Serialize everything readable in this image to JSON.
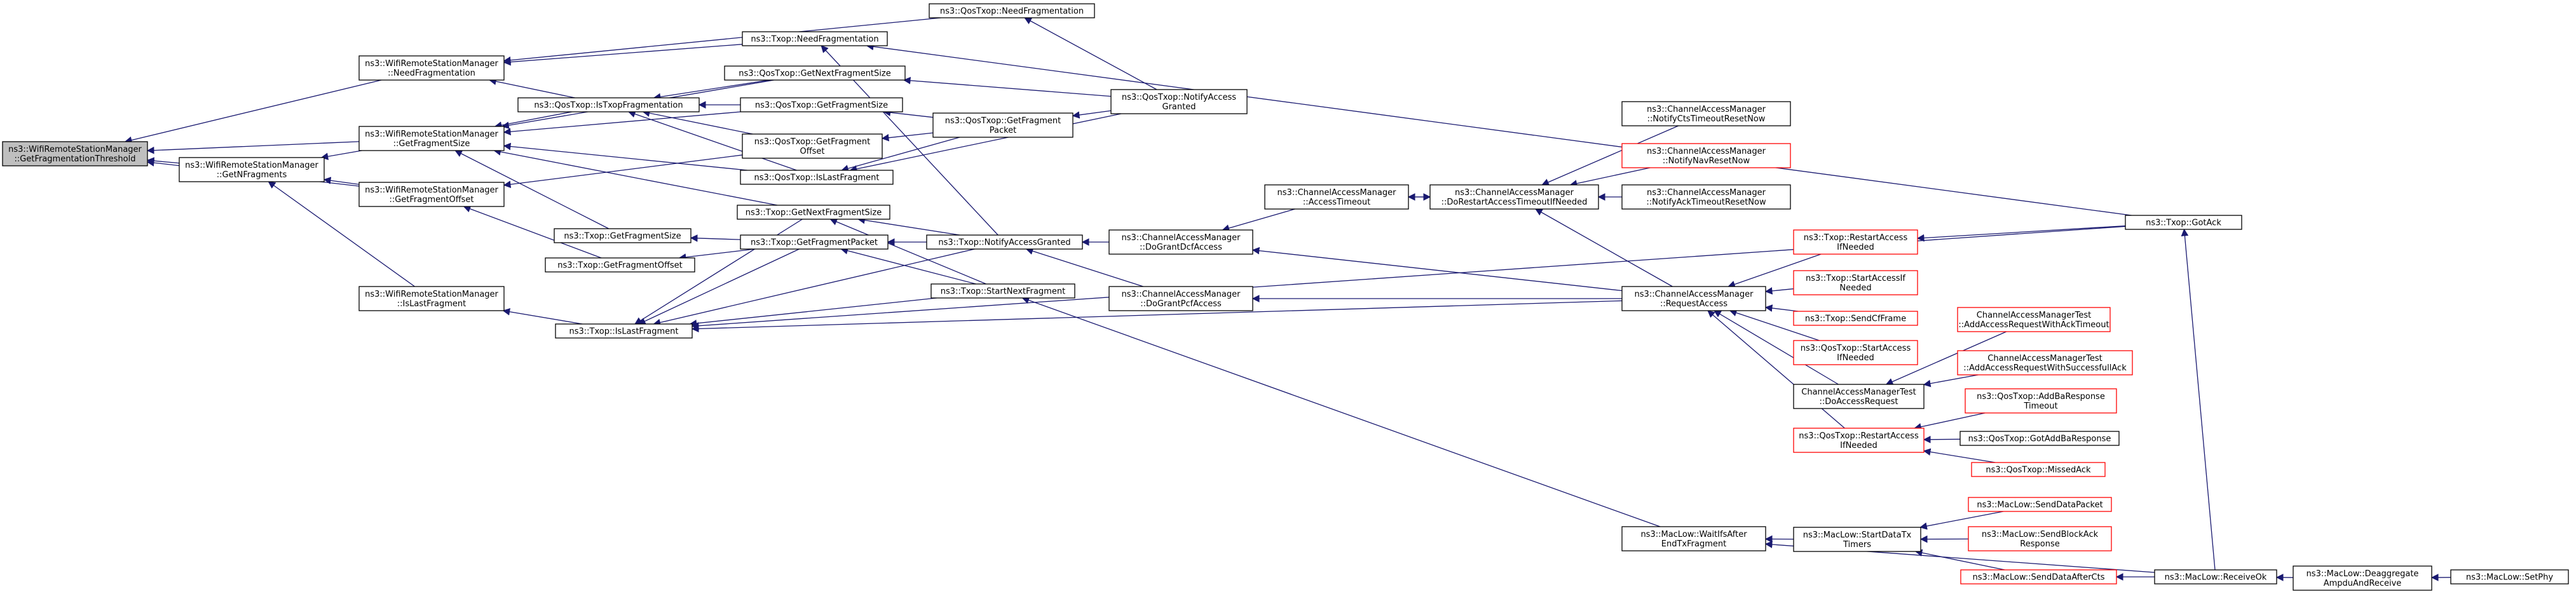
{
  "colors": {
    "node_fill": "#ffffff",
    "node_border": "#000000",
    "node_border_missing": "#ff0000",
    "root_fill": "#bfbfbf",
    "edge": "#191970"
  },
  "nodes": [
    {
      "id": "root",
      "lines": [
        "ns3::WifiRemoteStationManager",
        "::GetFragmentationThreshold"
      ],
      "border": "black",
      "root": true
    },
    {
      "id": "wrsm_need",
      "lines": [
        "ns3::WifiRemoteStationManager",
        "::NeedFragmentation"
      ],
      "border": "black"
    },
    {
      "id": "wrsm_nfrag",
      "lines": [
        "ns3::WifiRemoteStationManager",
        "::GetNFragments"
      ],
      "border": "black"
    },
    {
      "id": "wrsm_fsize",
      "lines": [
        "ns3::WifiRemoteStationManager",
        "::GetFragmentSize"
      ],
      "border": "black"
    },
    {
      "id": "wrsm_foff",
      "lines": [
        "ns3::WifiRemoteStationManager",
        "::GetFragmentOffset"
      ],
      "border": "black"
    },
    {
      "id": "wrsm_islast",
      "lines": [
        "ns3::WifiRemoteStationManager",
        "::IsLastFragment"
      ],
      "border": "black"
    },
    {
      "id": "txop_need",
      "lines": [
        "ns3::Txop::NeedFragmentation"
      ],
      "border": "black"
    },
    {
      "id": "qos_need",
      "lines": [
        "ns3::QosTxop::NeedFragmentation"
      ],
      "border": "black"
    },
    {
      "id": "qos_nextfs",
      "lines": [
        "ns3::QosTxop::GetNextFragmentSize"
      ],
      "border": "black"
    },
    {
      "id": "qos_istxop",
      "lines": [
        "ns3::QosTxop::IsTxopFragmentation"
      ],
      "border": "black"
    },
    {
      "id": "qos_fs",
      "lines": [
        "ns3::QosTxop::GetFragmentSize"
      ],
      "border": "black"
    },
    {
      "id": "qos_foff",
      "lines": [
        "ns3::QosTxop::GetFragment",
        "Offset"
      ],
      "border": "black"
    },
    {
      "id": "qos_islast",
      "lines": [
        "ns3::QosTxop::IsLastFragment"
      ],
      "border": "black"
    },
    {
      "id": "qos_fpkt",
      "lines": [
        "ns3::QosTxop::GetFragment",
        "Packet"
      ],
      "border": "black"
    },
    {
      "id": "qos_nag",
      "lines": [
        "ns3::QosTxop::NotifyAccess",
        "Granted"
      ],
      "border": "black"
    },
    {
      "id": "txop_nextfs",
      "lines": [
        "ns3::Txop::GetNextFragmentSize"
      ],
      "border": "black"
    },
    {
      "id": "txop_fs",
      "lines": [
        "ns3::Txop::GetFragmentSize"
      ],
      "border": "black"
    },
    {
      "id": "txop_foff",
      "lines": [
        "ns3::Txop::GetFragmentOffset"
      ],
      "border": "black"
    },
    {
      "id": "txop_fpkt",
      "lines": [
        "ns3::Txop::GetFragmentPacket"
      ],
      "border": "black"
    },
    {
      "id": "txop_islast",
      "lines": [
        "ns3::Txop::IsLastFragment"
      ],
      "border": "black"
    },
    {
      "id": "txop_nag",
      "lines": [
        "ns3::Txop::NotifyAccessGranted"
      ],
      "border": "black"
    },
    {
      "id": "txop_snf",
      "lines": [
        "ns3::Txop::StartNextFragment"
      ],
      "border": "black"
    },
    {
      "id": "cam_dgdcf",
      "lines": [
        "ns3::ChannelAccessManager",
        "::DoGrantDcfAccess"
      ],
      "border": "black"
    },
    {
      "id": "cam_dgpcf",
      "lines": [
        "ns3::ChannelAccessManager",
        "::DoGrantPcfAccess"
      ],
      "border": "black"
    },
    {
      "id": "cam_at",
      "lines": [
        "ns3::ChannelAccessManager",
        "::AccessTimeout"
      ],
      "border": "black"
    },
    {
      "id": "cam_dratin",
      "lines": [
        "ns3::ChannelAccessManager",
        "::DoRestartAccessTimeoutIfNeeded"
      ],
      "border": "black"
    },
    {
      "id": "cam_ncts",
      "lines": [
        "ns3::ChannelAccessManager",
        "::NotifyCtsTimeoutResetNow"
      ],
      "border": "black"
    },
    {
      "id": "cam_nnav",
      "lines": [
        "ns3::ChannelAccessManager",
        "::NotifyNavResetNow"
      ],
      "border": "red"
    },
    {
      "id": "cam_nack",
      "lines": [
        "ns3::ChannelAccessManager",
        "::NotifyAckTimeoutResetNow"
      ],
      "border": "black"
    },
    {
      "id": "cam_ra",
      "lines": [
        "ns3::ChannelAccessManager",
        "::RequestAccess"
      ],
      "border": "black"
    },
    {
      "id": "txop_rai",
      "lines": [
        "ns3::Txop::RestartAccess",
        "IfNeeded"
      ],
      "border": "red"
    },
    {
      "id": "txop_sai",
      "lines": [
        "ns3::Txop::StartAccessIf",
        "Needed"
      ],
      "border": "red"
    },
    {
      "id": "txop_scf",
      "lines": [
        "ns3::Txop::SendCfFrame"
      ],
      "border": "red"
    },
    {
      "id": "qos_sai",
      "lines": [
        "ns3::QosTxop::StartAccess",
        "IfNeeded"
      ],
      "border": "red"
    },
    {
      "id": "camt_dar",
      "lines": [
        "ChannelAccessManagerTest",
        "::DoAccessRequest"
      ],
      "border": "black"
    },
    {
      "id": "qos_rai",
      "lines": [
        "ns3::QosTxop::RestartAccess",
        "IfNeeded"
      ],
      "border": "red"
    },
    {
      "id": "camt_awat",
      "lines": [
        "ChannelAccessManagerTest",
        "::AddAccessRequestWithAckTimeout"
      ],
      "border": "red"
    },
    {
      "id": "camt_awsf",
      "lines": [
        "ChannelAccessManagerTest",
        "::AddAccessRequestWithSuccessfullAck"
      ],
      "border": "red"
    },
    {
      "id": "qos_abrt",
      "lines": [
        "ns3::QosTxop::AddBaResponse",
        "Timeout"
      ],
      "border": "red"
    },
    {
      "id": "qos_gabr",
      "lines": [
        "ns3::QosTxop::GotAddBaResponse"
      ],
      "border": "black"
    },
    {
      "id": "qos_ma",
      "lines": [
        "ns3::QosTxop::MissedAck"
      ],
      "border": "red"
    },
    {
      "id": "txop_gotack",
      "lines": [
        "ns3::Txop::GotAck"
      ],
      "border": "black"
    },
    {
      "id": "ml_wifs",
      "lines": [
        "ns3::MacLow::WaitIfsAfter",
        "EndTxFragment"
      ],
      "border": "black"
    },
    {
      "id": "ml_sdt",
      "lines": [
        "ns3::MacLow::StartDataTx",
        "Timers"
      ],
      "border": "black"
    },
    {
      "id": "ml_sdp",
      "lines": [
        "ns3::MacLow::SendDataPacket"
      ],
      "border": "red"
    },
    {
      "id": "ml_sbar",
      "lines": [
        "ns3::MacLow::SendBlockAck",
        "Response"
      ],
      "border": "red"
    },
    {
      "id": "ml_sdac",
      "lines": [
        "ns3::MacLow::SendDataAfterCts"
      ],
      "border": "red"
    },
    {
      "id": "ml_rok",
      "lines": [
        "ns3::MacLow::ReceiveOk"
      ],
      "border": "black"
    },
    {
      "id": "ml_dar",
      "lines": [
        "ns3::MacLow::Deaggregate",
        "AmpduAndReceive"
      ],
      "border": "black"
    },
    {
      "id": "ml_setphy",
      "lines": [
        "ns3::MacLow::SetPhy"
      ],
      "border": "black"
    }
  ],
  "edges": [
    [
      "wrsm_need",
      "root"
    ],
    [
      "wrsm_nfrag",
      "root"
    ],
    [
      "wrsm_fsize",
      "root"
    ],
    [
      "wrsm_foff",
      "root"
    ],
    [
      "wrsm_islast",
      "wrsm_nfrag"
    ],
    [
      "wrsm_fsize",
      "wrsm_nfrag"
    ],
    [
      "wrsm_foff",
      "wrsm_nfrag"
    ],
    [
      "txop_need",
      "wrsm_need"
    ],
    [
      "qos_need",
      "wrsm_need"
    ],
    [
      "qos_istxop",
      "wrsm_need"
    ],
    [
      "qos_nextfs",
      "wrsm_fsize"
    ],
    [
      "qos_istxop",
      "wrsm_fsize"
    ],
    [
      "qos_fs",
      "wrsm_fsize"
    ],
    [
      "qos_islast",
      "wrsm_fsize"
    ],
    [
      "txop_fs",
      "wrsm_fsize"
    ],
    [
      "txop_nextfs",
      "wrsm_fsize"
    ],
    [
      "qos_foff",
      "wrsm_foff"
    ],
    [
      "txop_foff",
      "wrsm_foff"
    ],
    [
      "txop_islast",
      "wrsm_islast"
    ],
    [
      "qos_nag",
      "qos_need"
    ],
    [
      "qos_nag",
      "qos_nextfs"
    ],
    [
      "qos_nextfs",
      "qos_istxop"
    ],
    [
      "qos_fs",
      "qos_istxop"
    ],
    [
      "qos_islast",
      "qos_istxop"
    ],
    [
      "qos_foff",
      "qos_istxop"
    ],
    [
      "qos_fpkt",
      "qos_fs"
    ],
    [
      "qos_fpkt",
      "qos_foff"
    ],
    [
      "qos_fpkt",
      "qos_islast"
    ],
    [
      "qos_nag",
      "qos_fpkt"
    ],
    [
      "qos_nag",
      "qos_islast"
    ],
    [
      "txop_gotack",
      "txop_need"
    ],
    [
      "txop_nag",
      "txop_need"
    ],
    [
      "txop_fpkt",
      "txop_fs"
    ],
    [
      "txop_fpkt",
      "txop_foff"
    ],
    [
      "txop_nag",
      "txop_fpkt"
    ],
    [
      "txop_snf",
      "txop_fpkt"
    ],
    [
      "txop_nag",
      "txop_nextfs"
    ],
    [
      "txop_snf",
      "txop_nextfs"
    ],
    [
      "txop_nag",
      "txop_islast"
    ],
    [
      "txop_snf",
      "txop_islast"
    ],
    [
      "txop_gotack",
      "txop_islast"
    ],
    [
      "txop_fpkt",
      "txop_islast"
    ],
    [
      "txop_nextfs",
      "txop_islast"
    ],
    [
      "cam_ra",
      "txop_islast"
    ],
    [
      "cam_dgdcf",
      "txop_nag"
    ],
    [
      "cam_dgpcf",
      "txop_nag"
    ],
    [
      "ml_wifs",
      "txop_snf"
    ],
    [
      "cam_at",
      "cam_dgdcf"
    ],
    [
      "cam_ra",
      "cam_dgdcf"
    ],
    [
      "cam_ra",
      "cam_dgpcf"
    ],
    [
      "cam_dratin",
      "cam_at"
    ],
    [
      "cam_at",
      "cam_dratin"
    ],
    [
      "cam_ncts",
      "cam_dratin"
    ],
    [
      "cam_nnav",
      "cam_dratin"
    ],
    [
      "cam_nack",
      "cam_dratin"
    ],
    [
      "cam_ra",
      "cam_dratin"
    ],
    [
      "txop_rai",
      "cam_ra"
    ],
    [
      "txop_sai",
      "cam_ra"
    ],
    [
      "txop_scf",
      "cam_ra"
    ],
    [
      "qos_sai",
      "cam_ra"
    ],
    [
      "camt_dar",
      "cam_ra"
    ],
    [
      "qos_rai",
      "cam_ra"
    ],
    [
      "txop_gotack",
      "txop_rai"
    ],
    [
      "camt_awat",
      "camt_dar"
    ],
    [
      "camt_awsf",
      "camt_dar"
    ],
    [
      "qos_abrt",
      "qos_rai"
    ],
    [
      "qos_gabr",
      "qos_rai"
    ],
    [
      "qos_ma",
      "qos_rai"
    ],
    [
      "ml_rok",
      "txop_gotack"
    ],
    [
      "ml_sdt",
      "ml_wifs"
    ],
    [
      "ml_rok",
      "ml_wifs"
    ],
    [
      "ml_sdp",
      "ml_sdt"
    ],
    [
      "ml_sbar",
      "ml_sdt"
    ],
    [
      "ml_sdac",
      "ml_sdt"
    ],
    [
      "ml_rok",
      "ml_sdac"
    ],
    [
      "ml_dar",
      "ml_rok"
    ],
    [
      "ml_setphy",
      "ml_dar"
    ]
  ]
}
